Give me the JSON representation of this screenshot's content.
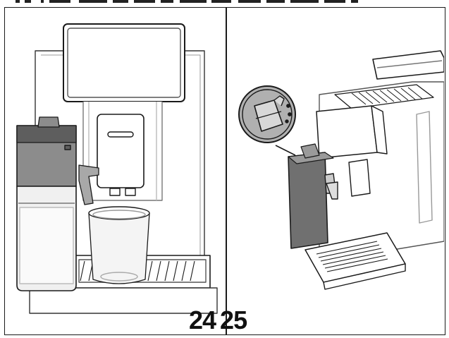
{
  "figures": {
    "left_step_number": "24",
    "right_step_number": "25"
  },
  "illustrations": {
    "left": "milk-jug-and-glass-illustration",
    "right": "cleaning-agent-pour-illustration",
    "badge_icon": "bottle-pour-icon"
  },
  "colors": {
    "line": "#1a1a1a",
    "jug_grey": "#8c8c8c",
    "jug_dark": "#5e5e5e",
    "badge_fill": "#b0b0b0"
  }
}
